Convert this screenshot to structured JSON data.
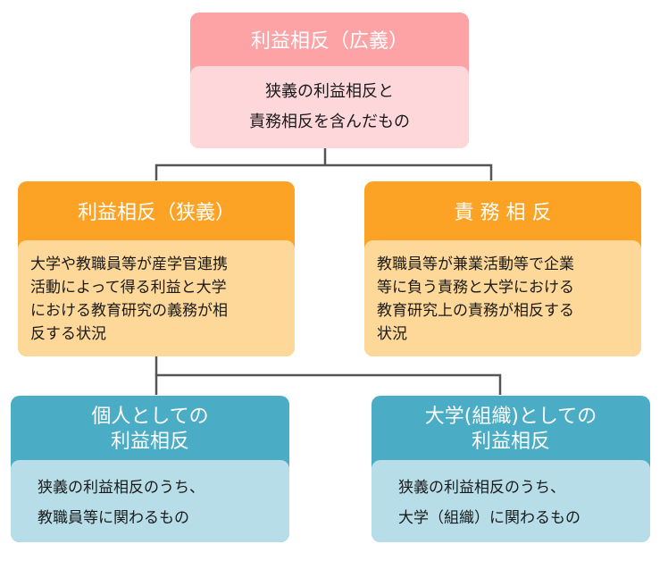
{
  "top": {
    "title": "利益相反（広義）",
    "desc_line1": "狭義の利益相反と",
    "desc_line2": "責務相反を含んだもの"
  },
  "narrow": {
    "title": "利益相反（狭義）",
    "desc_lines": [
      "大学や教職員等が産学官連携",
      "活動によって得る利益と大学",
      "における教育研究の義務が相",
      "反する状況"
    ]
  },
  "duty": {
    "title": "責 務 相 反",
    "desc_lines": [
      "教職員等が兼業活動等で企業",
      "等に負う責務と大学における",
      "教育研究上の責務が相反する",
      "状況"
    ]
  },
  "individual": {
    "title_line1": "個人としての",
    "title_line2": "利益相反",
    "desc_line1": "狭義の利益相反のうち、",
    "desc_line2": "教職員等に関わるもの"
  },
  "organization": {
    "title_line1": "大学(組織)としての",
    "title_line2": "利益相反",
    "desc_line1": "狭義の利益相反のうち、",
    "desc_line2": "大学（組織）に関わるもの"
  },
  "colors": {
    "top_header": "#fda3a6",
    "top_body": "#fed7da",
    "mid_header": "#fca326",
    "mid_body": "#fed899",
    "bottom_header": "#4bacc6",
    "bottom_body": "#b7dee8",
    "connector": "#555555"
  }
}
